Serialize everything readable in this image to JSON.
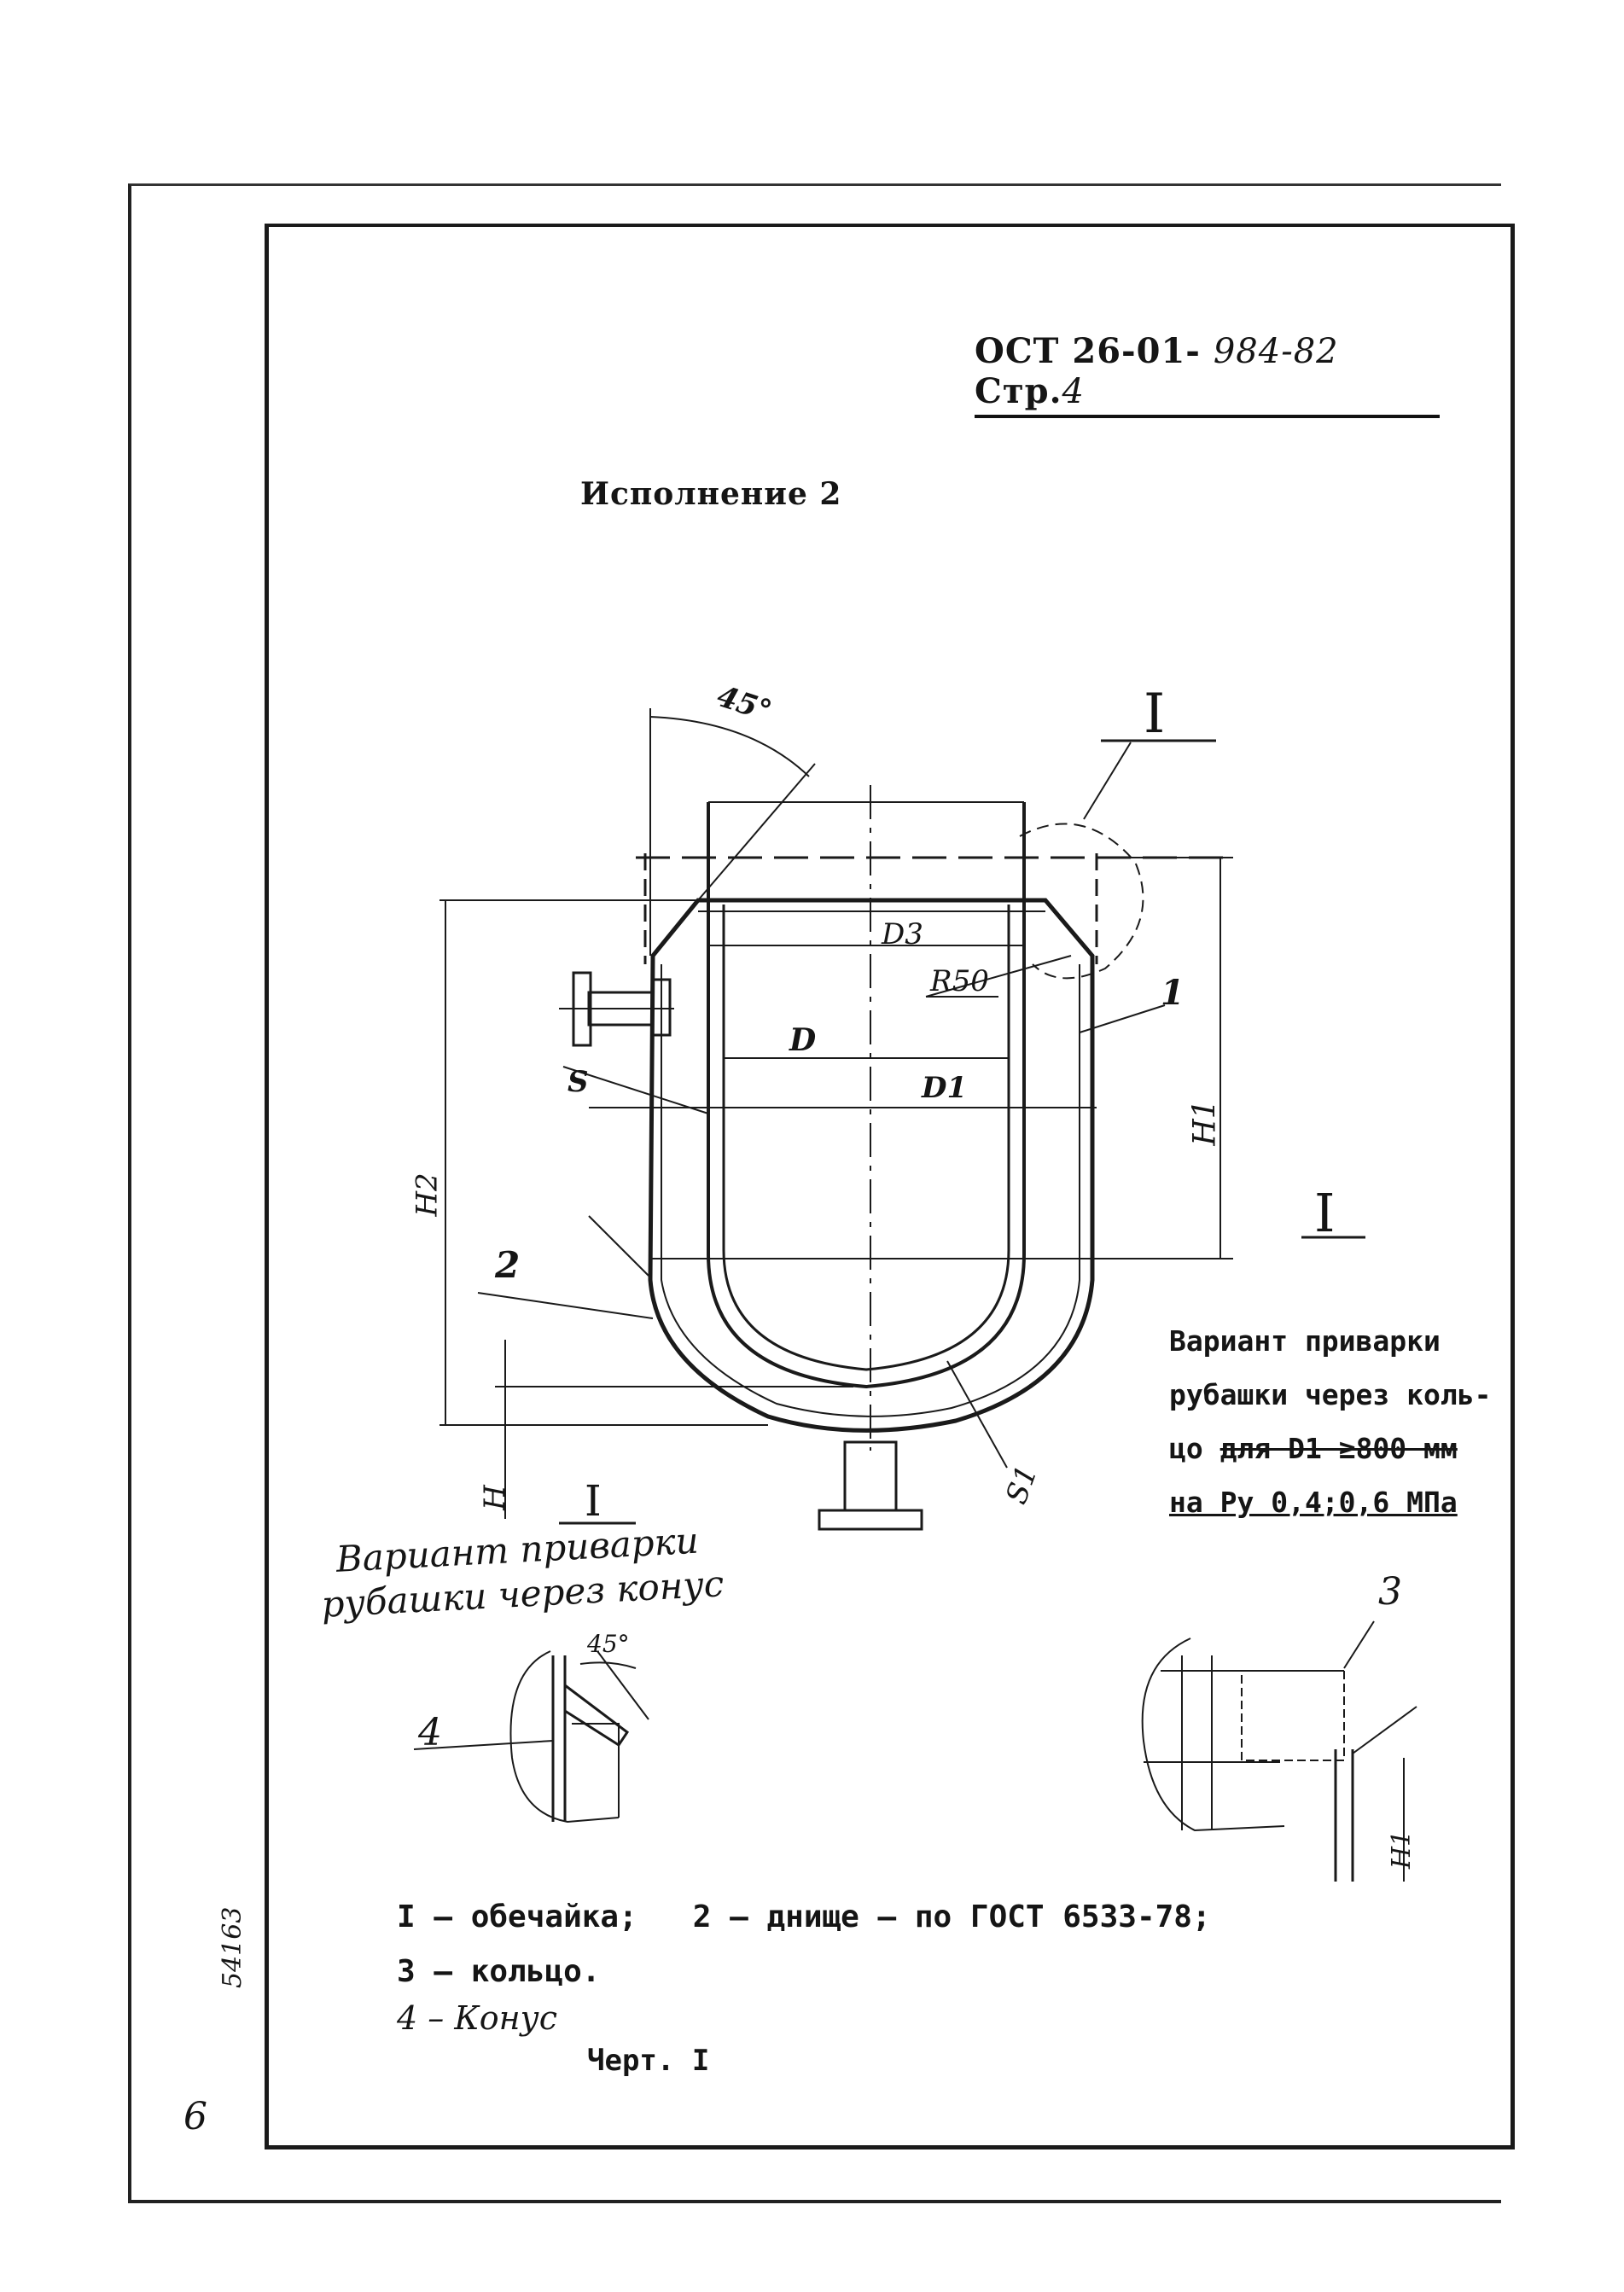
{
  "header": {
    "doc_code": "ОСТ 26-01-",
    "doc_number": "984-82",
    "page_label": "Стр.",
    "page_number": "4"
  },
  "section_title": "Исполнение 2",
  "drawing": {
    "angle_top": "45°",
    "label_D3": "D3",
    "label_R50": "R50",
    "label_D": "D",
    "label_D1": "D1",
    "label_S": "S",
    "label_H1": "H1",
    "label_H2": "H2",
    "label_H": "H",
    "label_S1": "S1",
    "pos_1": "1",
    "pos_2": "2",
    "pos_3": "3",
    "pos_4": "4",
    "view_I_top": "I",
    "view_I_right": "I",
    "view_I_bottom": "I",
    "detail_angle": "45°",
    "detail_H1": "H1"
  },
  "variant_ring": {
    "line1": "Вариант приварки",
    "line2": "рубашки через коль-",
    "line3_prefix": "цо",
    "line3_struck": "для D1 ≥800 мм",
    "line4": "на Ру 0,4;0,6 МПа"
  },
  "variant_cone_handwritten": {
    "line1": "Вариант приварки",
    "line2": "рубашки через конус"
  },
  "legend": {
    "line1": "I – обечайка;   2 – днище – по ГОСТ 6533-78;",
    "line2": "3 – кольцо.",
    "line3": "4 – Конус"
  },
  "caption": "Черт. I",
  "margin_number": "54163",
  "corner_number": "6"
}
